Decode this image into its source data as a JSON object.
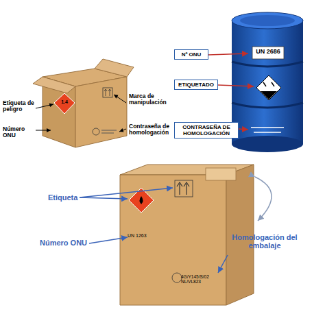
{
  "diagram": {
    "nodes": [
      {
        "text": [
          "Nº ONU"
        ]
      },
      {
        "text": [
          "ETIQUETADO"
        ]
      },
      {
        "text": [
          "CONTRASEÑA DE HOMOLOGACIÓN"
        ]
      }
    ],
    "labels": [
      "Etiqueta de peligro",
      "Número ONU",
      "Marca de manipulación",
      "Contraseña de homologación",
      "1.4",
      "UN 2686",
      "Etiqueta",
      "Número ONU",
      "Homologación del embalaje",
      "UN 1263",
      "4G/Y145/S/02 NL/VL823"
    ]
  }
}
